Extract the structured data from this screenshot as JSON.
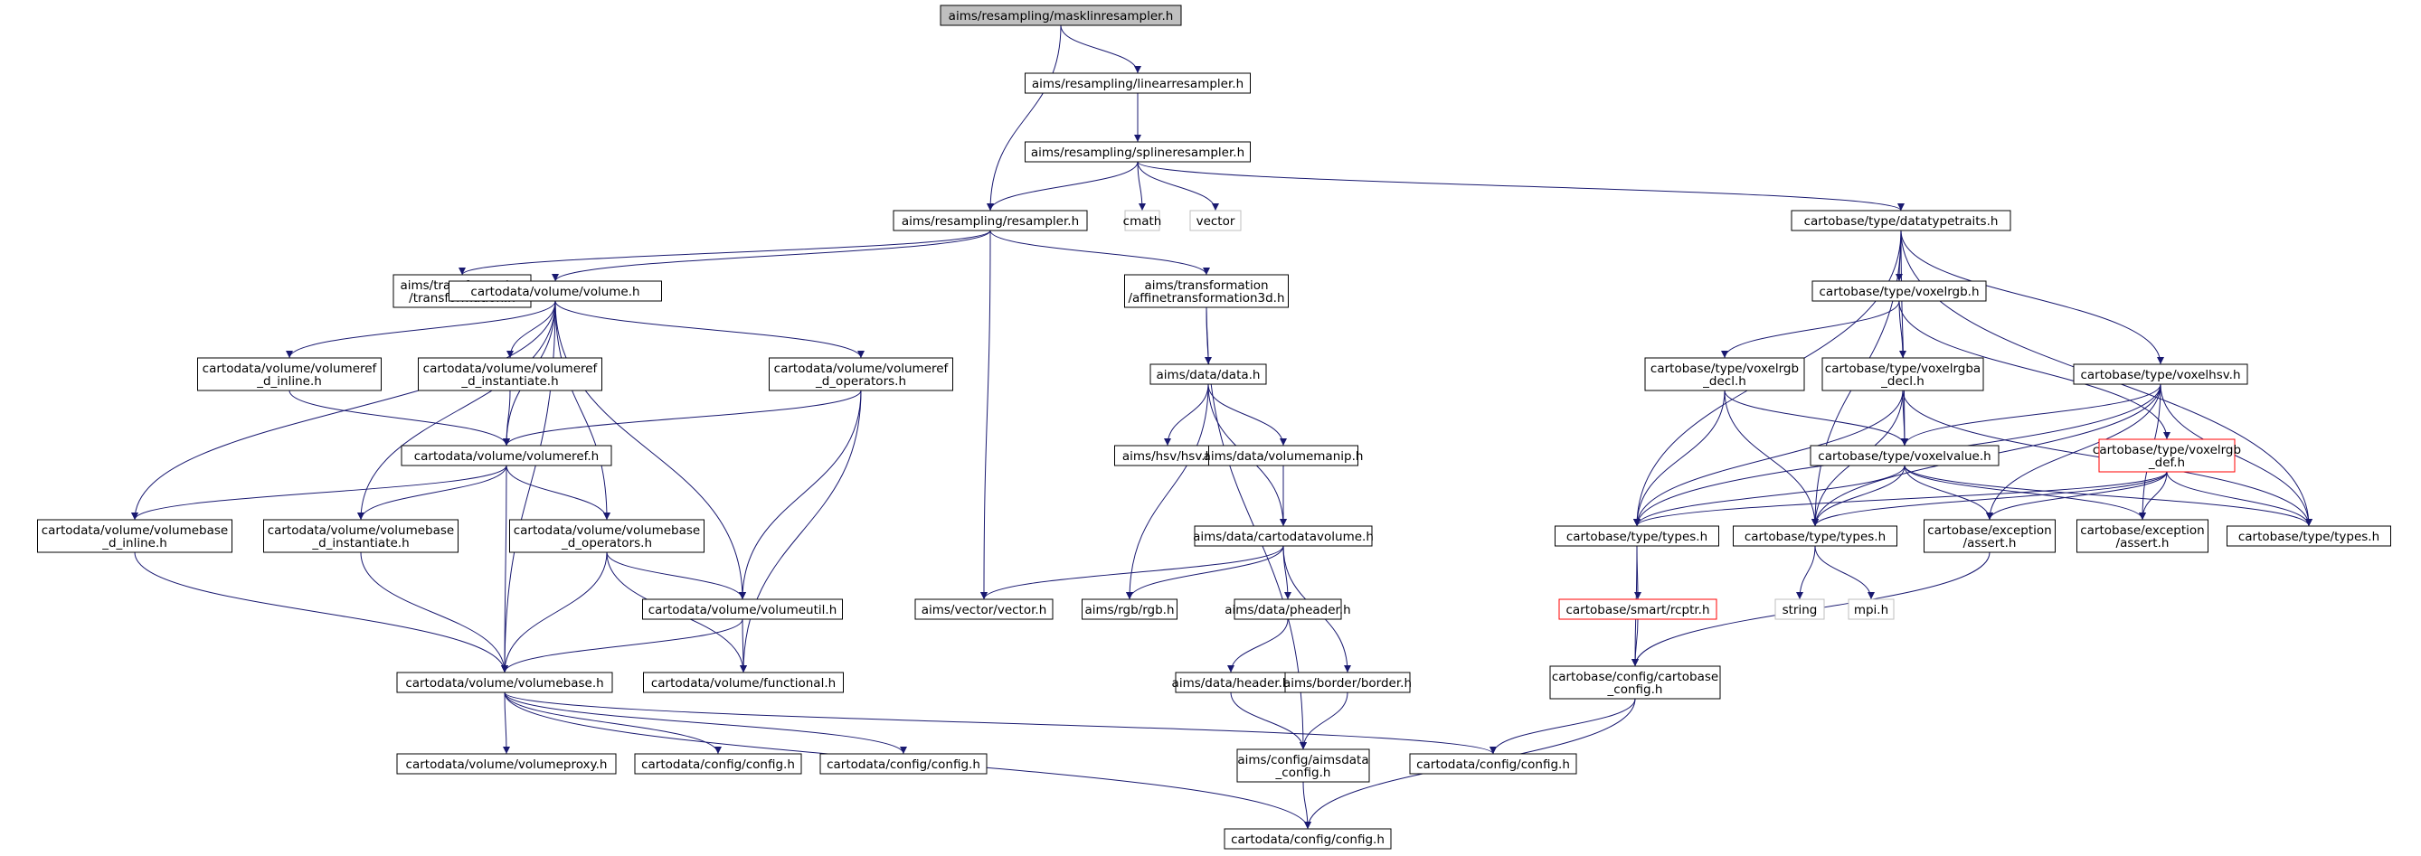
{
  "colors": {
    "edge": "#191970",
    "node_border": "#000000",
    "root_fill": "#bfbfbf",
    "truncated_border": "#ff0000",
    "system_border": "#bfbfbf",
    "system_text": "#7f7f7f"
  },
  "nodes": [
    {
      "id": "n0",
      "lines": [
        "aims/resampling/masklinresampler.h"
      ],
      "kind": "root"
    },
    {
      "id": "n1",
      "lines": [
        "aims/resampling/linearresampler.h"
      ],
      "kind": "normal"
    },
    {
      "id": "n2",
      "lines": [
        "aims/resampling/splineresampler.h"
      ],
      "kind": "normal"
    },
    {
      "id": "n3",
      "lines": [
        "aims/resampling/resampler.h"
      ],
      "kind": "normal"
    },
    {
      "id": "n4",
      "lines": [
        "cmath"
      ],
      "kind": "system"
    },
    {
      "id": "n5",
      "lines": [
        "vector"
      ],
      "kind": "system"
    },
    {
      "id": "n6",
      "lines": [
        "cartobase/type/datatypetraits.h"
      ],
      "kind": "normal"
    },
    {
      "id": "n7",
      "lines": [
        "aims/transformation",
        "/transformation.h"
      ],
      "kind": "normal"
    },
    {
      "id": "n8",
      "lines": [
        "cartodata/volume/volume.h"
      ],
      "kind": "normal"
    },
    {
      "id": "n9",
      "lines": [
        "aims/transformation",
        "/affinetransformation3d.h"
      ],
      "kind": "normal"
    },
    {
      "id": "n10",
      "lines": [
        "aims/vector/vector.h"
      ],
      "kind": "normal"
    },
    {
      "id": "n11",
      "lines": [
        "cartodata/volume/volumeref",
        "_d_inline.h"
      ],
      "kind": "normal"
    },
    {
      "id": "n12",
      "lines": [
        "cartodata/volume/volumeref",
        "_d_instantiate.h"
      ],
      "kind": "normal"
    },
    {
      "id": "n13",
      "lines": [
        "cartodata/volume/volumeref",
        "_d_operators.h"
      ],
      "kind": "normal"
    },
    {
      "id": "n14",
      "lines": [
        "cartodata/volume/volumeref.h"
      ],
      "kind": "normal"
    },
    {
      "id": "n15",
      "lines": [
        "cartodata/volume/volumebase",
        "_d_inline.h"
      ],
      "kind": "normal"
    },
    {
      "id": "n16",
      "lines": [
        "cartodata/volume/volumebase",
        "_d_instantiate.h"
      ],
      "kind": "normal"
    },
    {
      "id": "n17",
      "lines": [
        "cartodata/volume/volumebase",
        "_d_operators.h"
      ],
      "kind": "normal"
    },
    {
      "id": "n18",
      "lines": [
        "cartodata/volume/volumeutil.h"
      ],
      "kind": "normal"
    },
    {
      "id": "n19",
      "lines": [
        "cartodata/volume/volumebase.h"
      ],
      "kind": "normal"
    },
    {
      "id": "n20",
      "lines": [
        "cartodata/volume/functional.h"
      ],
      "kind": "normal"
    },
    {
      "id": "n21",
      "lines": [
        "cartodata/volume/volumeproxy.h"
      ],
      "kind": "normal"
    },
    {
      "id": "n22",
      "lines": [
        "cartodata/config/config.h"
      ],
      "kind": "normal"
    },
    {
      "id": "n23",
      "lines": [
        "cartodata/config/config.h"
      ],
      "kind": "normal"
    },
    {
      "id": "n24",
      "lines": [
        "cartodata/config/config.h"
      ],
      "kind": "normal"
    },
    {
      "id": "n25",
      "lines": [
        "cartodata/config/config.h"
      ],
      "kind": "normal"
    },
    {
      "id": "n26",
      "lines": [
        "aims/data/data.h"
      ],
      "kind": "normal"
    },
    {
      "id": "n27",
      "lines": [
        "aims/hsv/hsv.h"
      ],
      "kind": "normal"
    },
    {
      "id": "n28",
      "lines": [
        "aims/data/volumemanip.h"
      ],
      "kind": "normal"
    },
    {
      "id": "n29",
      "lines": [
        "aims/data/cartodatavolume.h"
      ],
      "kind": "normal"
    },
    {
      "id": "n30",
      "lines": [
        "aims/rgb/rgb.h"
      ],
      "kind": "normal"
    },
    {
      "id": "n31",
      "lines": [
        "aims/data/pheader.h"
      ],
      "kind": "normal"
    },
    {
      "id": "n32",
      "lines": [
        "aims/data/header.h"
      ],
      "kind": "normal"
    },
    {
      "id": "n33",
      "lines": [
        "aims/border/border.h"
      ],
      "kind": "normal"
    },
    {
      "id": "n34",
      "lines": [
        "aims/config/aimsdata",
        "_config.h"
      ],
      "kind": "normal"
    },
    {
      "id": "n35",
      "lines": [
        "cartobase/type/voxelrgb.h"
      ],
      "kind": "normal"
    },
    {
      "id": "n36",
      "lines": [
        "cartobase/type/voxelrgb",
        "_decl.h"
      ],
      "kind": "normal"
    },
    {
      "id": "n37",
      "lines": [
        "cartobase/type/voxelrgba",
        "_decl.h"
      ],
      "kind": "normal"
    },
    {
      "id": "n38",
      "lines": [
        "cartobase/type/voxelhsv.h"
      ],
      "kind": "normal"
    },
    {
      "id": "n39",
      "lines": [
        "cartobase/type/voxelvalue.h"
      ],
      "kind": "normal"
    },
    {
      "id": "n40",
      "lines": [
        "cartobase/type/voxelrgb",
        "_def.h"
      ],
      "kind": "truncated"
    },
    {
      "id": "n41",
      "lines": [
        "cartobase/type/types.h"
      ],
      "kind": "normal"
    },
    {
      "id": "n42",
      "lines": [
        "cartobase/type/types.h"
      ],
      "kind": "normal"
    },
    {
      "id": "n43",
      "lines": [
        "cartobase/exception",
        "/assert.h"
      ],
      "kind": "normal"
    },
    {
      "id": "n44",
      "lines": [
        "cartobase/exception",
        "/assert.h"
      ],
      "kind": "normal"
    },
    {
      "id": "n45",
      "lines": [
        "cartobase/type/types.h"
      ],
      "kind": "normal"
    },
    {
      "id": "n46",
      "lines": [
        "cartobase/smart/rcptr.h"
      ],
      "kind": "truncated"
    },
    {
      "id": "n47",
      "lines": [
        "string"
      ],
      "kind": "system"
    },
    {
      "id": "n48",
      "lines": [
        "mpi.h"
      ],
      "kind": "system"
    },
    {
      "id": "n49",
      "lines": [
        "cartobase/config/cartobase",
        "_config.h"
      ],
      "kind": "normal"
    },
    {
      "id": "n50",
      "lines": [
        "cartodata/config/config.h"
      ],
      "kind": "normal"
    }
  ],
  "edges": [
    [
      "n0",
      "n1"
    ],
    [
      "n0",
      "n3"
    ],
    [
      "n1",
      "n2"
    ],
    [
      "n2",
      "n3"
    ],
    [
      "n2",
      "n4"
    ],
    [
      "n2",
      "n5"
    ],
    [
      "n2",
      "n6"
    ],
    [
      "n3",
      "n7"
    ],
    [
      "n3",
      "n8"
    ],
    [
      "n3",
      "n9"
    ],
    [
      "n3",
      "n10"
    ],
    [
      "n8",
      "n11"
    ],
    [
      "n8",
      "n12"
    ],
    [
      "n8",
      "n13"
    ],
    [
      "n8",
      "n14"
    ],
    [
      "n8",
      "n15"
    ],
    [
      "n8",
      "n16"
    ],
    [
      "n8",
      "n17"
    ],
    [
      "n8",
      "n18"
    ],
    [
      "n8",
      "n19"
    ],
    [
      "n11",
      "n14"
    ],
    [
      "n12",
      "n14"
    ],
    [
      "n13",
      "n14"
    ],
    [
      "n13",
      "n18"
    ],
    [
      "n13",
      "n20"
    ],
    [
      "n14",
      "n15"
    ],
    [
      "n14",
      "n16"
    ],
    [
      "n14",
      "n17"
    ],
    [
      "n14",
      "n19"
    ],
    [
      "n15",
      "n19"
    ],
    [
      "n16",
      "n19"
    ],
    [
      "n17",
      "n18"
    ],
    [
      "n17",
      "n19"
    ],
    [
      "n17",
      "n20"
    ],
    [
      "n18",
      "n19"
    ],
    [
      "n18",
      "n20"
    ],
    [
      "n19",
      "n21"
    ],
    [
      "n19",
      "n22"
    ],
    [
      "n19",
      "n23"
    ],
    [
      "n19",
      "n24"
    ],
    [
      "n19",
      "n50"
    ],
    [
      "n9",
      "n26"
    ],
    [
      "n9",
      "n34"
    ],
    [
      "n26",
      "n27"
    ],
    [
      "n26",
      "n28"
    ],
    [
      "n26",
      "n29"
    ],
    [
      "n26",
      "n30"
    ],
    [
      "n28",
      "n29"
    ],
    [
      "n29",
      "n10"
    ],
    [
      "n29",
      "n30"
    ],
    [
      "n29",
      "n31"
    ],
    [
      "n29",
      "n33"
    ],
    [
      "n31",
      "n32"
    ],
    [
      "n32",
      "n34"
    ],
    [
      "n33",
      "n34"
    ],
    [
      "n34",
      "n50"
    ],
    [
      "n6",
      "n35"
    ],
    [
      "n6",
      "n38"
    ],
    [
      "n6",
      "n39"
    ],
    [
      "n6",
      "n41"
    ],
    [
      "n6",
      "n42"
    ],
    [
      "n6",
      "n45"
    ],
    [
      "n35",
      "n36"
    ],
    [
      "n35",
      "n37"
    ],
    [
      "n35",
      "n40"
    ],
    [
      "n36",
      "n39"
    ],
    [
      "n36",
      "n41"
    ],
    [
      "n36",
      "n42"
    ],
    [
      "n37",
      "n39"
    ],
    [
      "n37",
      "n41"
    ],
    [
      "n37",
      "n42"
    ],
    [
      "n37",
      "n45"
    ],
    [
      "n38",
      "n39"
    ],
    [
      "n38",
      "n41"
    ],
    [
      "n38",
      "n42"
    ],
    [
      "n38",
      "n43"
    ],
    [
      "n38",
      "n44"
    ],
    [
      "n38",
      "n45"
    ],
    [
      "n40",
      "n41"
    ],
    [
      "n40",
      "n42"
    ],
    [
      "n40",
      "n43"
    ],
    [
      "n40",
      "n44"
    ],
    [
      "n40",
      "n45"
    ],
    [
      "n39",
      "n41"
    ],
    [
      "n39",
      "n42"
    ],
    [
      "n39",
      "n43"
    ],
    [
      "n39",
      "n44"
    ],
    [
      "n39",
      "n45"
    ],
    [
      "n41",
      "n46"
    ],
    [
      "n41",
      "n49"
    ],
    [
      "n42",
      "n47"
    ],
    [
      "n42",
      "n48"
    ],
    [
      "n43",
      "n49"
    ],
    [
      "n46",
      "n49"
    ],
    [
      "n49",
      "n25"
    ],
    [
      "n49",
      "n50"
    ]
  ]
}
